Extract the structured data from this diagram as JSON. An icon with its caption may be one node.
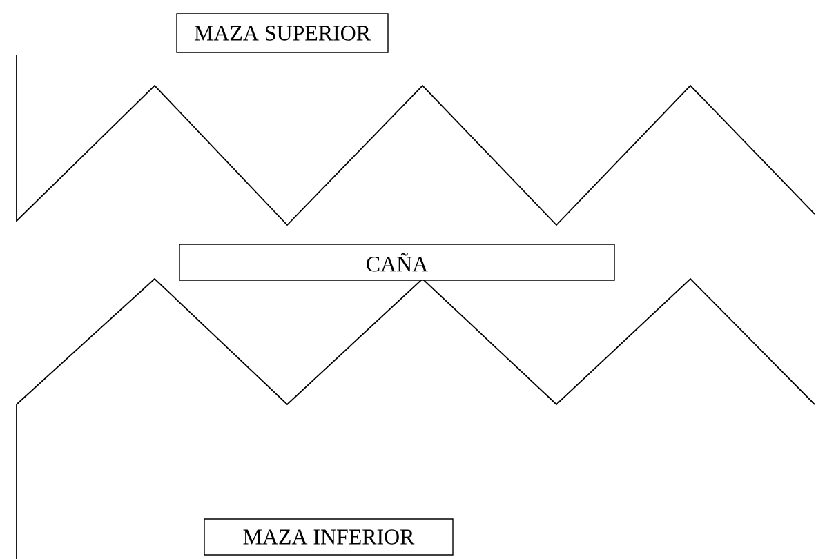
{
  "diagram": {
    "nodes": [
      {
        "text": [
          "MAZA SUPERIOR"
        ]
      },
      {
        "text": [
          "CAÑA"
        ]
      },
      {
        "text": [
          "MAZA INFERIOR"
        ]
      }
    ]
  }
}
